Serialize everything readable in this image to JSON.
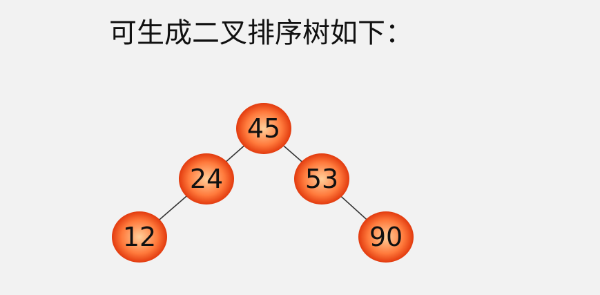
{
  "heading": "可生成二叉排序树如下：",
  "tree": {
    "nodes": [
      {
        "id": "n45",
        "label": "45"
      },
      {
        "id": "n24",
        "label": "24"
      },
      {
        "id": "n53",
        "label": "53"
      },
      {
        "id": "n12",
        "label": "12"
      },
      {
        "id": "n90",
        "label": "90"
      }
    ],
    "edges": [
      {
        "from": "n45",
        "to": "n24"
      },
      {
        "from": "n45",
        "to": "n53"
      },
      {
        "from": "n24",
        "to": "n12"
      },
      {
        "from": "n53",
        "to": "n90"
      }
    ],
    "colors": {
      "node_center": "#ffcf9a",
      "node_mid": "#ff7a3c",
      "node_edge": "#e23a0e",
      "edge_line": "#333333"
    }
  }
}
